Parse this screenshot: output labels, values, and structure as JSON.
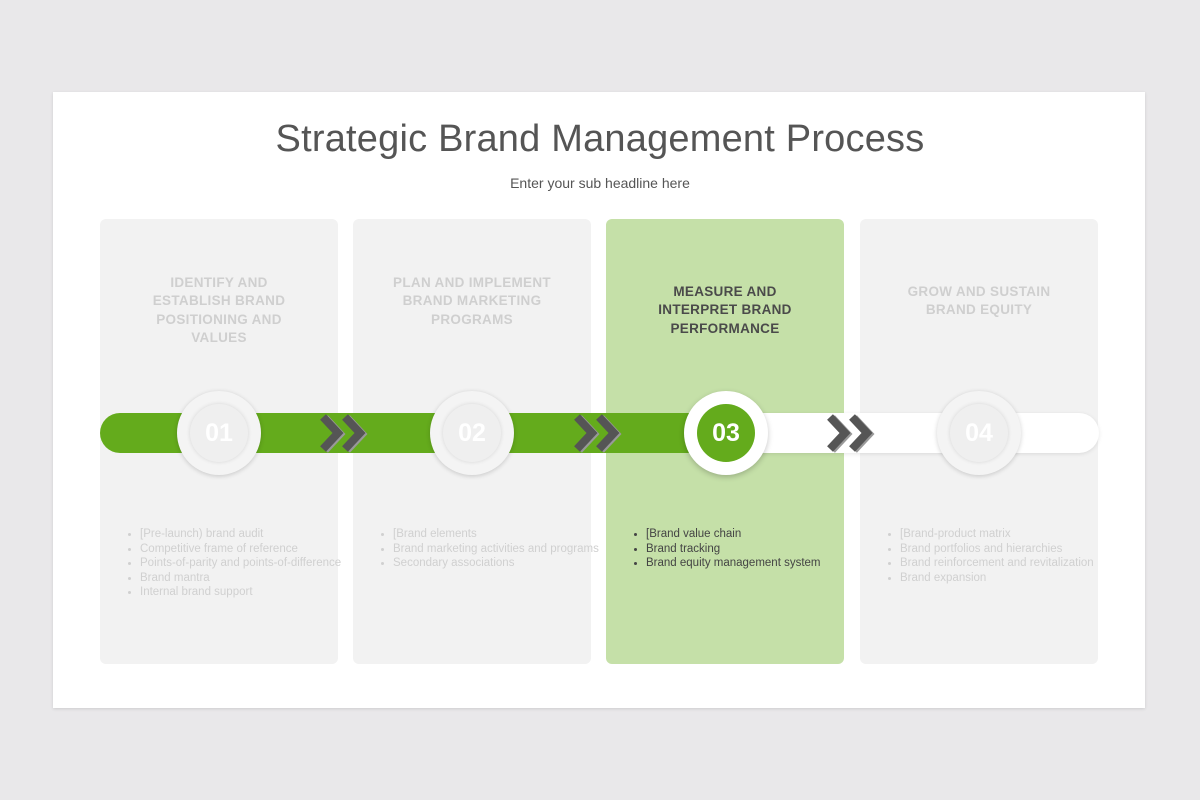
{
  "title": "Strategic Brand Management Process",
  "subtitle": "Enter your sub headline here",
  "colors": {
    "accent_green": "#64ab1c",
    "active_card": "#c5e0a8",
    "inactive_card": "#f2f2f2",
    "chevron": "#555555"
  },
  "steps": [
    {
      "number": "01",
      "title": "IDENTIFY AND ESTABLISH BRAND POSITIONING AND VALUES",
      "items": [
        "[Pre-launch) brand audit",
        "Competitive frame of reference",
        "Points-of-parity and points-of-difference",
        "Brand mantra",
        "Internal brand support"
      ]
    },
    {
      "number": "02",
      "title": "PLAN AND IMPLEMENT BRAND MARKETING PROGRAMS",
      "items": [
        "[Brand elements",
        "Brand marketing activities and programs",
        "Secondary associations"
      ]
    },
    {
      "number": "03",
      "title": "MEASURE AND INTERPRET BRAND PERFORMANCE",
      "items": [
        "[Brand value chain",
        "Brand tracking",
        "Brand equity management system"
      ]
    },
    {
      "number": "04",
      "title": "GROW AND SUSTAIN BRAND EQUITY",
      "items": [
        "[Brand-product matrix",
        "Brand portfolios and hierarchies",
        "Brand reinforcement and revitalization",
        "Brand expansion"
      ]
    }
  ]
}
